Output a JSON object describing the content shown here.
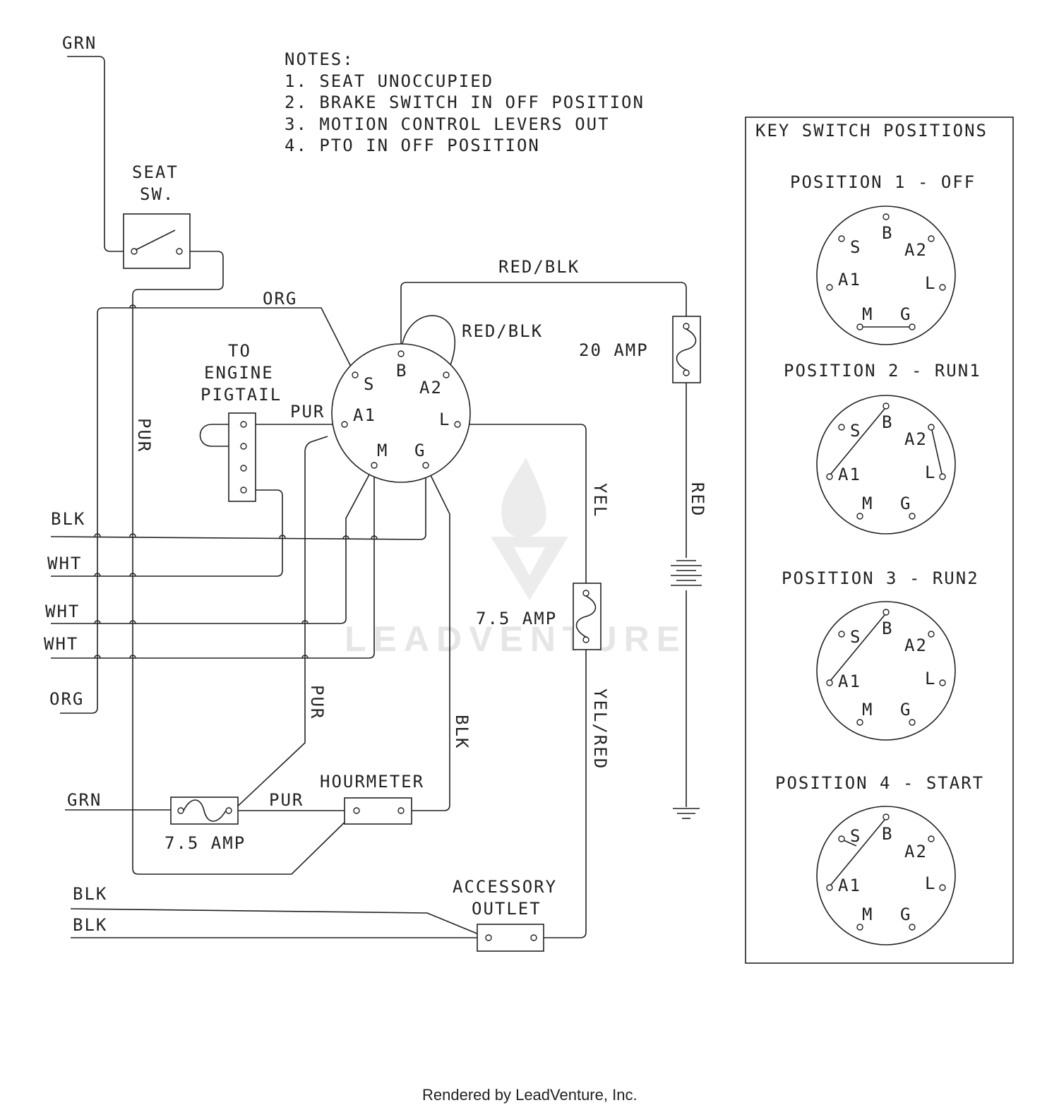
{
  "notes": {
    "title": "NOTES:",
    "items": [
      "1.    SEAT UNOCCUPIED",
      "2.   BRAKE SWITCH IN OFF POSITION",
      "3.   MOTION CONTROL LEVERS OUT",
      "4.   PTO IN OFF POSITION"
    ]
  },
  "components": {
    "seat_switch": [
      "SEAT",
      "SW."
    ],
    "engine_pigtail": [
      "TO",
      "ENGINE",
      "PIGTAIL"
    ],
    "fuse_20": "20 AMP",
    "fuse_75_right": "7.5 AMP",
    "fuse_75_bottom": "7.5 AMP",
    "hourmeter": "HOURMETER",
    "accessory_outlet": [
      "ACCESSORY",
      "OUTLET"
    ]
  },
  "key_switch_terminals": {
    "s": "S",
    "b": "B",
    "a2": "A2",
    "a1": "A1",
    "l": "L",
    "m": "M",
    "g": "G"
  },
  "wires": {
    "grn_top": "GRN",
    "org_top": "ORG",
    "red_blk_top": "RED/BLK",
    "red_blk_loop": "RED/BLK",
    "pur_a1": "PUR",
    "pur_vertical_left": "PUR",
    "pur_vertical_center": "PUR",
    "yel": "YEL",
    "yel_red": "YEL/RED",
    "red": "RED",
    "blk_vertical": "BLK",
    "blk_left": "BLK",
    "wht_1": "WHT",
    "wht_2": "WHT",
    "wht_3": "WHT",
    "org_left": "ORG",
    "grn_bottom": "GRN",
    "pur_bottom": "PUR",
    "blk_bottom_1": "BLK",
    "blk_bottom_2": "BLK"
  },
  "key_panel": {
    "title": "KEY SWITCH POSITIONS",
    "positions": [
      "POSITION 1 - OFF",
      "POSITION 2 - RUN1",
      "POSITION 3 - RUN2",
      "POSITION 4 - START"
    ]
  },
  "watermark": "LEADVENTURE",
  "footer": "Rendered by LeadVenture, Inc."
}
